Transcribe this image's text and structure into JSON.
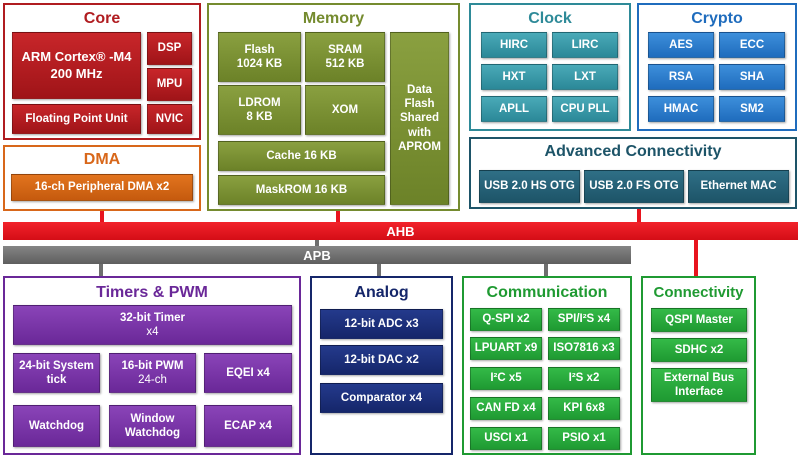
{
  "colors": {
    "core": "#b01c20",
    "dma": "#d8671a",
    "memory": "#758b2f",
    "clock": "#2e8a98",
    "crypto": "#1f6cbd",
    "connectivity_adv": "#1d5468",
    "timers": "#6a2898",
    "analog": "#15266a",
    "communication": "#1f9a32",
    "ahb": "#e8141e",
    "apb": "#6e6e6e"
  },
  "core": {
    "title": "Core",
    "cpu_line1": "ARM Cortex® -M4",
    "cpu_line2": "200 MHz",
    "dsp": "DSP",
    "mpu": "MPU",
    "fpu": "Floating Point Unit",
    "nvic": "NVIC"
  },
  "dma": {
    "title": "DMA",
    "block": "16-ch Peripheral DMA x2"
  },
  "memory": {
    "title": "Memory",
    "flash_line1": "Flash",
    "flash_line2": "1024 KB",
    "sram_line1": "SRAM",
    "sram_line2": "512 KB",
    "ldrom_line1": "LDROM",
    "ldrom_line2": "8 KB",
    "xom": "XOM",
    "cache": "Cache 16 KB",
    "maskrom": "MaskROM 16 KB",
    "dataflash": [
      "Data",
      "Flash",
      "Shared",
      "with",
      "APROM"
    ]
  },
  "clock": {
    "title": "Clock",
    "items": [
      "HIRC",
      "LIRC",
      "HXT",
      "LXT",
      "APLL",
      "CPU PLL"
    ]
  },
  "crypto": {
    "title": "Crypto",
    "items": [
      "AES",
      "ECC",
      "RSA",
      "SHA",
      "HMAC",
      "SM2"
    ]
  },
  "adv_connectivity": {
    "title": "Advanced Connectivity",
    "items": [
      "USB 2.0 HS OTG",
      "USB 2.0 FS OTG",
      "Ethernet MAC"
    ]
  },
  "buses": {
    "ahb": "AHB",
    "apb": "APB"
  },
  "timers": {
    "title": "Timers & PWM",
    "timer32_line1": "32-bit Timer",
    "timer32_line2": "x4",
    "systick_line1": "24-bit System",
    "systick_line2": "tick",
    "pwm_line1": "16-bit PWM",
    "pwm_line2": "24-ch",
    "eqei": "EQEI x4",
    "watchdog": "Watchdog",
    "wwdt_line1": "Window",
    "wwdt_line2": "Watchdog",
    "ecap": "ECAP x4"
  },
  "analog": {
    "title": "Analog",
    "items": [
      "12-bit ADC x3",
      "12-bit DAC x2",
      "Comparator x4"
    ]
  },
  "communication": {
    "title": "Communication",
    "items": [
      "Q-SPI x2",
      "SPI/I²S x4",
      "LPUART x9",
      "ISO7816 x3",
      "I²C x5",
      "I²S x2",
      "CAN FD x4",
      "KPI 6x8",
      "USCI x1",
      "PSIO x1"
    ]
  },
  "connectivity": {
    "title": "Connectivity",
    "qspi": "QSPI Master",
    "sdhc": "SDHC x2",
    "ebi_line1": "External Bus",
    "ebi_line2": "Interface"
  }
}
